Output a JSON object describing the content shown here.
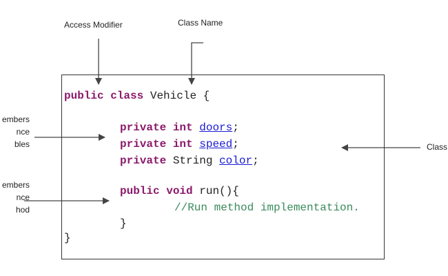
{
  "labels": {
    "access_modifier": "Access Modifier",
    "class_name": "Class Name",
    "members_variables": [
      "embers",
      "nce",
      "bles"
    ],
    "members_method": [
      "embers",
      "nce",
      "hod"
    ],
    "class_body": "Class"
  },
  "code": {
    "line1": {
      "kw1": "public",
      "kw2": "class",
      "name": "Vehicle",
      "brace": "{"
    },
    "line2": {
      "kw1": "private",
      "kw2": "int",
      "var": "doors",
      "end": ";"
    },
    "line3": {
      "kw1": "private",
      "kw2": "int",
      "var": "speed",
      "end": ";"
    },
    "line4": {
      "kw1": "private",
      "type": "String",
      "var": "color",
      "end": ";"
    },
    "line5": {
      "kw1": "public",
      "kw2": "void",
      "sig": "run(){"
    },
    "line6": {
      "comment": "//Run method implementation."
    },
    "line7": {
      "brace": "}"
    },
    "line8": {
      "brace": "}"
    }
  },
  "colors": {
    "keyword": "#8b1a6b",
    "variable": "#1a1ad4",
    "comment": "#3a8a5c",
    "arrow": "#444444"
  }
}
